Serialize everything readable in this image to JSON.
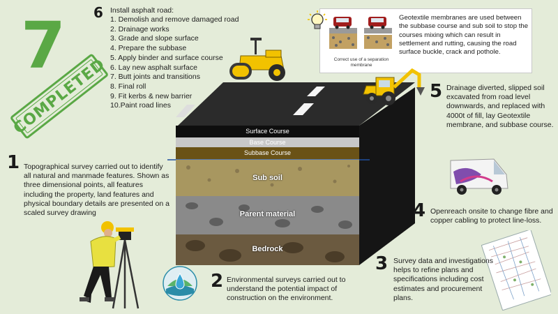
{
  "stamp": {
    "number": "7",
    "label": "COMPLETED"
  },
  "step6": {
    "number": "6",
    "title": "Install asphalt road:",
    "items": [
      "1.  Demolish and remove damaged road",
      "2.  Drainage works",
      "3.  Grade and slope surface",
      "4.  Prepare the subbase",
      "5.  Apply binder and surface course",
      "6.  Lay new asphalt surface",
      "7.  Butt joints and transitions",
      "8.  Final roll",
      "9.  Fit kerbs & new barrier",
      "10.Paint road lines"
    ]
  },
  "geotextile": {
    "text": "Geotextile membranes are used between the subbase course and sub soil to stop the courses mixing which can result in settlement and rutting, causing the road surface buckle, crack and pothole.",
    "caption": "Correct use of a separation membrane"
  },
  "layers": {
    "surface": "Surface Course",
    "base": "Base Course",
    "subbase": "Subbase Course",
    "subsoil": "Sub soil",
    "parent": "Parent material",
    "bedrock": "Bedrock"
  },
  "step5": {
    "number": "5",
    "text": "Drainage diverted, slipped soil excavated from road level downwards, and replaced with 4000t of fill, lay Geotextile membrane, and subbase course."
  },
  "step4": {
    "number": "4",
    "text": "Openreach onsite to change fibre and copper cabling to protect line-loss."
  },
  "step3": {
    "number": "3",
    "text": "Survey data and investigations helps to refine plans and specifications including cost estimates and procurement plans."
  },
  "step2": {
    "number": "2",
    "text": "Environmental surveys carried out to understand the potential impact of construction on the environment."
  },
  "step1": {
    "number": "1",
    "text": "Topographical survey carried out to identify all natural and manmade features. Shown as three dimensional points, all features including the property, land features and physical boundary details are presented on a scaled survey drawing"
  },
  "colors": {
    "stamp_green": "#5aa845",
    "background": "#e4ecd9",
    "roller_yellow": "#f2c200",
    "asphalt": "#2a2a2a"
  },
  "icons": [
    "lightbulb-icon",
    "road-roller-icon",
    "backhoe-icon",
    "surveyor-icon",
    "environment-logo-icon",
    "van-icon",
    "survey-drawing-icon"
  ]
}
